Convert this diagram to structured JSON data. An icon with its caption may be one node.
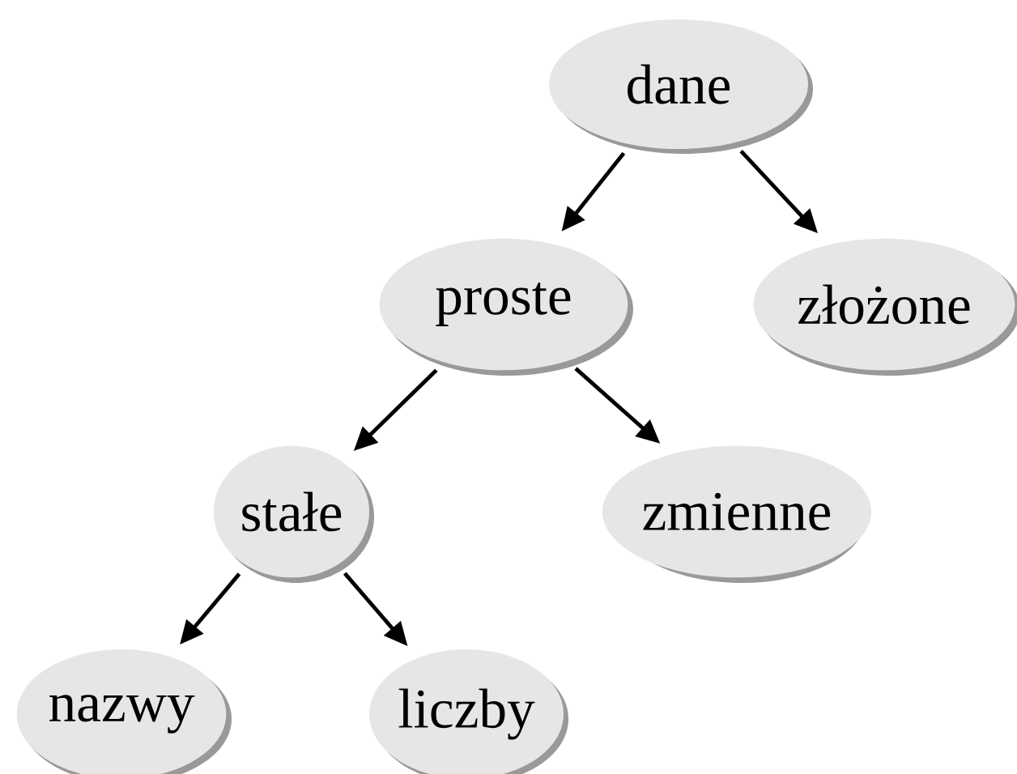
{
  "diagram": {
    "nodes": [
      {
        "text": [
          "dane"
        ]
      },
      {
        "text": [
          "proste"
        ]
      },
      {
        "text": [
          "złożone"
        ]
      },
      {
        "text": [
          "stałe"
        ]
      },
      {
        "text": [
          "zmienne"
        ]
      },
      {
        "text": [
          "nazwy"
        ]
      },
      {
        "text": [
          "liczby"
        ]
      }
    ],
    "edges": [
      {
        "from": 0,
        "to": 1,
        "arrow": "to"
      },
      {
        "from": 0,
        "to": 2,
        "arrow": "to"
      },
      {
        "from": 1,
        "to": 3,
        "arrow": "to"
      },
      {
        "from": 1,
        "to": 4,
        "arrow": "to"
      },
      {
        "from": 3,
        "to": 5,
        "arrow": "to"
      },
      {
        "from": 3,
        "to": 6,
        "arrow": "to"
      }
    ]
  }
}
